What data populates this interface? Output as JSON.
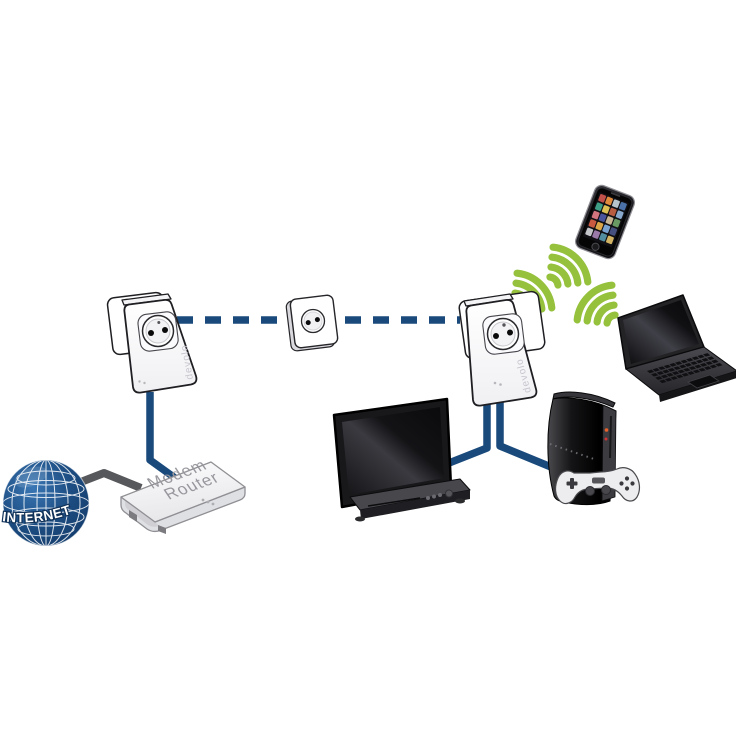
{
  "diagram": {
    "type": "home-network-powerline-topology",
    "labels": {
      "internet": "INTERNET",
      "router": [
        "Modem",
        "Router"
      ],
      "adapter_brand": "devolo"
    },
    "colors": {
      "cable_blue": "#1a4a7c",
      "cable_gray": "#57585b",
      "wifi_green": "#95c13c",
      "globe_blue": "#1d4d82",
      "globe_blue_dark": "#143c6b",
      "globe_highlight": "#3a77b5"
    },
    "nodes": [
      {
        "id": "internet-globe",
        "label": "INTERNET"
      },
      {
        "id": "modem-router",
        "label": "Modem Router"
      },
      {
        "id": "powerline-adapter-left",
        "label": "devolo powerline adapter at wall outlet"
      },
      {
        "id": "wall-outlet",
        "label": "power outlet (electrical wiring link)"
      },
      {
        "id": "powerline-adapter-right",
        "label": "devolo powerline WiFi adapter at wall outlet"
      },
      {
        "id": "smartphone",
        "label": "smartphone connected via WiFi"
      },
      {
        "id": "laptop",
        "label": "laptop connected via WiFi"
      },
      {
        "id": "tv",
        "label": "flat-screen TV with media player, wired LAN"
      },
      {
        "id": "game-console",
        "label": "game console with controller, wired LAN"
      }
    ],
    "connections": [
      {
        "from": "internet-globe",
        "to": "modem-router",
        "type": "broadband-cable"
      },
      {
        "from": "modem-router",
        "to": "powerline-adapter-left",
        "type": "ethernet-cable"
      },
      {
        "from": "powerline-adapter-left",
        "to": "powerline-adapter-right",
        "type": "powerline-over-mains",
        "via": "wall-outlet",
        "style": "dashed"
      },
      {
        "from": "powerline-adapter-right",
        "to": "tv",
        "type": "ethernet-cable"
      },
      {
        "from": "powerline-adapter-right",
        "to": "game-console",
        "type": "ethernet-cable"
      },
      {
        "from": "powerline-adapter-right",
        "to": "smartphone",
        "type": "wifi"
      },
      {
        "from": "powerline-adapter-right",
        "to": "laptop",
        "type": "wifi"
      }
    ],
    "smartphone": {
      "tiles": [
        "#c0504a",
        "#e08a3c",
        "#b8c4cc",
        "#4a72a8",
        "#3e9e86",
        "#ddc152",
        "#b85c42",
        "#88a8cc",
        "#d2747e",
        "#4a549c",
        "#c8b694",
        "#6a9a64",
        "#cc5a40",
        "#dca648",
        "#7aa2d0",
        "#46507e",
        "#c2c4c8",
        "#9a7aa8",
        "#538ea0",
        "#d2b464"
      ]
    }
  }
}
